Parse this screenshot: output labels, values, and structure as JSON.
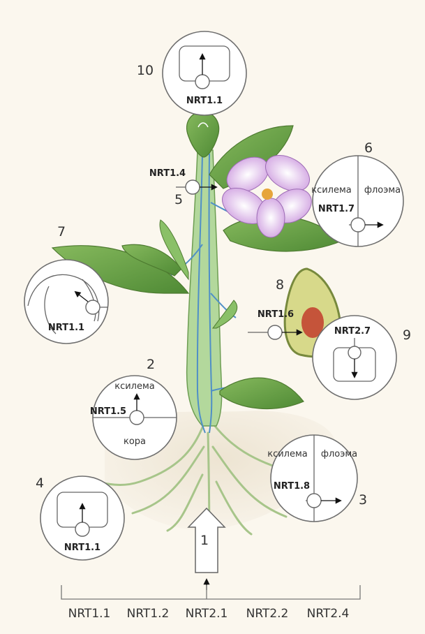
{
  "labels": {
    "n1": "1",
    "n2": "2",
    "n3": "3",
    "n4": "4",
    "n5": "5",
    "n6": "6",
    "n7": "7",
    "n8": "8",
    "n9": "9",
    "n10": "10"
  },
  "genes": {
    "c10": "NRT1.1",
    "c5": "NRT1.4",
    "c6": "NRT1.7",
    "c7": "NRT1.1",
    "c8": "NRT1.6",
    "c9": "NRT2.7",
    "c2": "NRT1.5",
    "c3": "NRT1.8",
    "c4": "NRT1.1"
  },
  "tissues": {
    "xylem": "ксилема",
    "phloem": "флоэма",
    "cortex": "кора"
  },
  "bottom_genes": [
    "NRT1.1",
    "NRT1.2",
    "NRT2.1",
    "NRT2.2",
    "NRT2.4"
  ],
  "colors": {
    "background": "#fbf7ee",
    "stem": "#9fcf8f",
    "vascular": "#4f8fc7",
    "leaf": "#6fa84b",
    "flower": "#d9b4e6",
    "soil": "#e9dfcc"
  }
}
